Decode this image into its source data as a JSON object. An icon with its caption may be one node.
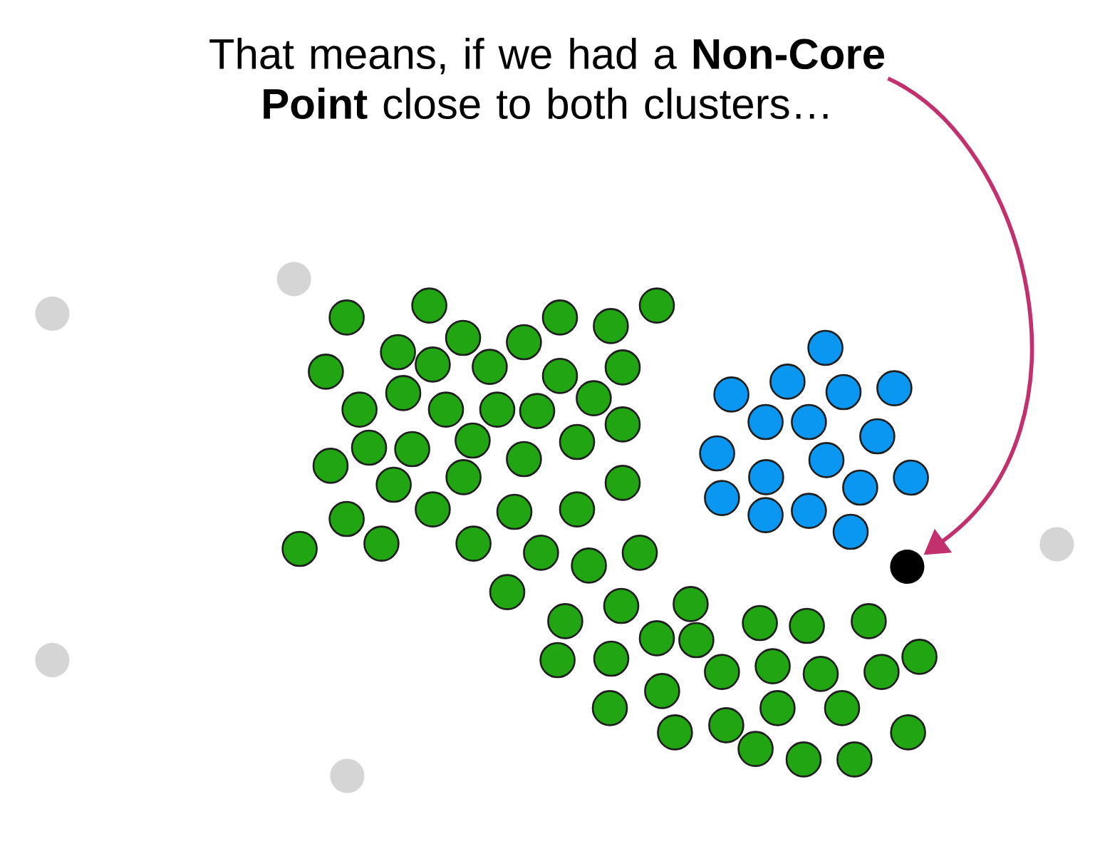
{
  "diagram": {
    "nodes": [
      {
        "text": [
          "That means, if we had a **Non-Core Point** close to both clusters…"
        ]
      },
      {
        "text": [],
        "shape": "circle"
      }
    ],
    "edges": [
      {
        "from": 0,
        "to": 1,
        "arrow": "to",
        "color": "#c2306d"
      }
    ]
  }
}
